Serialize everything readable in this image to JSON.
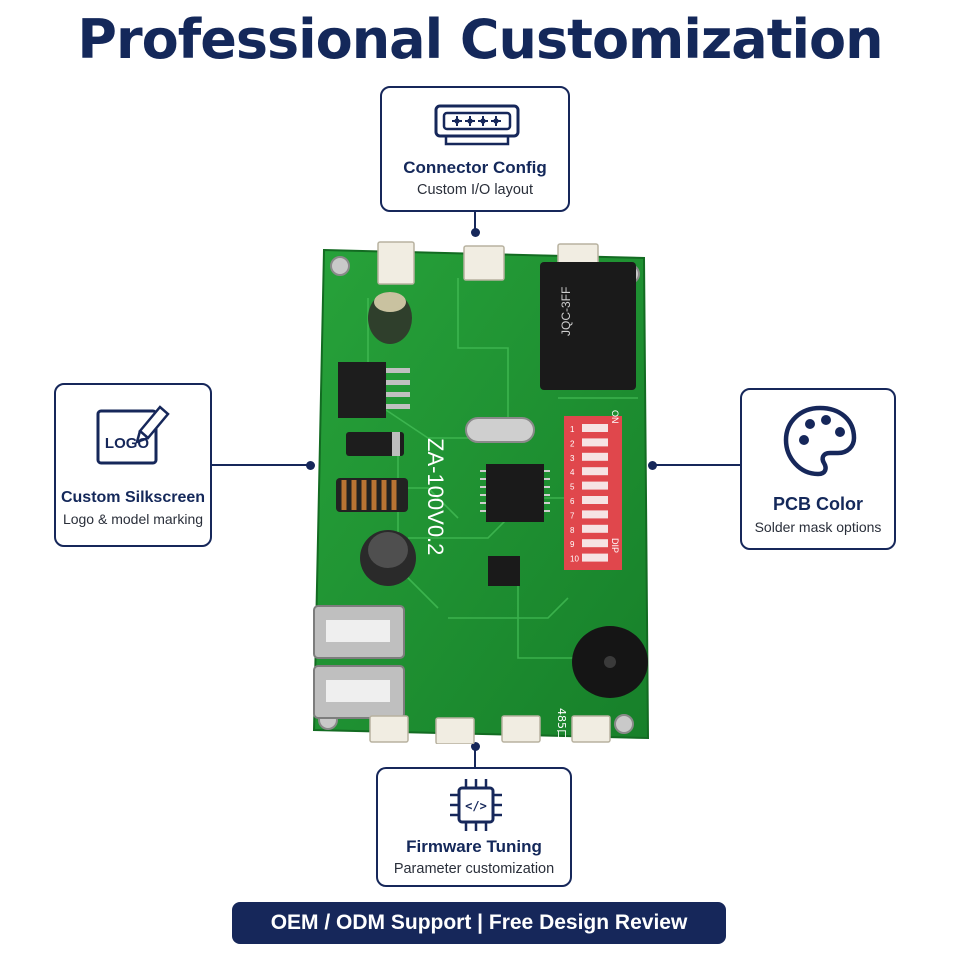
{
  "title": "Professional Customization",
  "board": {
    "model": "ZA-100V0.2",
    "dip_on": "ON",
    "dip_label": "DIP",
    "dip_numbers": [
      "1",
      "2",
      "3",
      "4",
      "5",
      "6",
      "7",
      "8",
      "9",
      "10"
    ],
    "port_label_485": "485口",
    "relay_text": "JQC-3FF"
  },
  "features": [
    {
      "title": "Connector Config",
      "subtitle": "Custom I/O layout",
      "icon": "connector-icon"
    },
    {
      "title": "Custom Silkscreen",
      "subtitle": "Logo & model marking",
      "icon": "logo-icon",
      "icon_text": "LOGO"
    },
    {
      "title": "PCB Color",
      "subtitle": "Solder mask options",
      "icon": "palette-icon"
    },
    {
      "title": "Firmware Tuning",
      "subtitle": "Parameter customization",
      "icon": "chip-code-icon",
      "icon_text": "</>"
    }
  ],
  "banner": "OEM / ODM Support | Free Design Review",
  "colors": {
    "navy": "#16275a",
    "pcb_green": "#1f8f2e",
    "dip_red": "#e0474c"
  }
}
